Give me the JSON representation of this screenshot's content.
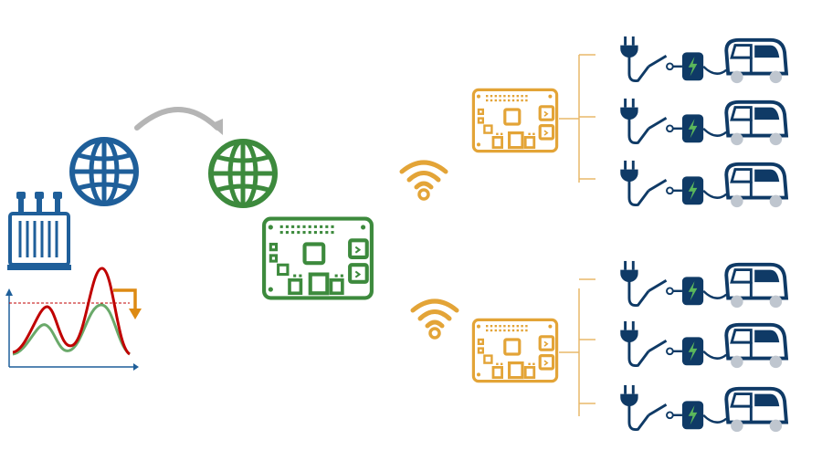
{
  "colors": {
    "grid_blue": "#1f5f9a",
    "local_green": "#3d8a3d",
    "edge_orange": "#e3a437",
    "ev_navy": "#0f3a66",
    "peak_red": "#c00000",
    "shaved_green": "#6aa96a",
    "arrow_orange": "#dd8a13",
    "arrow_gray": "#b5b5b5",
    "limit_red": "#c00000",
    "bracket_orange": "#e8b86a",
    "axis_blue": "#1f5f9a"
  },
  "icons": {
    "transformer": "transformer-icon",
    "grid_globe": "globe-icon",
    "local_globe": "globe-icon",
    "main_board": "circuit-board-icon",
    "edge_board": "circuit-board-icon",
    "wifi": "wifi-icon",
    "plug": "plug-icon",
    "switch": "switch-icon",
    "charger": "charger-icon",
    "vehicle": "auto-rickshaw-icon",
    "load_chart": "load-curve-icon"
  },
  "groups": [
    {
      "id": "group-top",
      "stations": 3
    },
    {
      "id": "group-bottom",
      "stations": 3
    }
  ]
}
